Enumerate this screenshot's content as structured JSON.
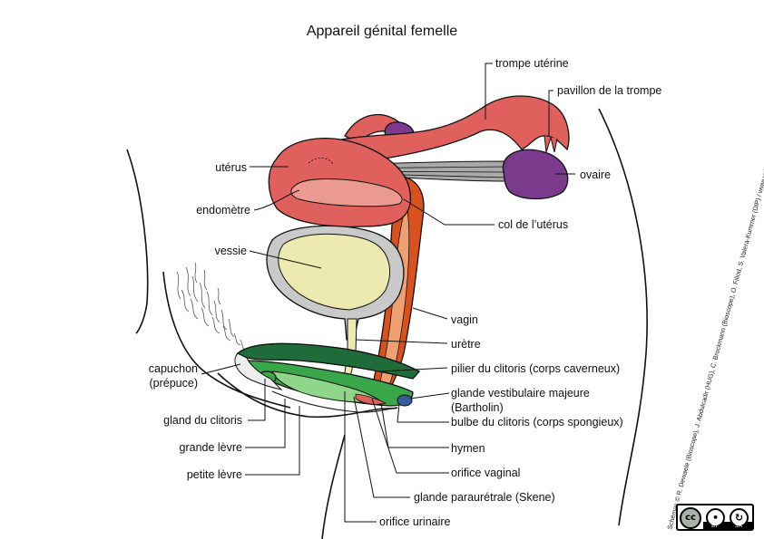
{
  "title": "Appareil génital femelle",
  "labels": {
    "trompe": "trompe utérine",
    "pavillon": "pavillon de la trompe",
    "uterus": "utérus",
    "ovaire": "ovaire",
    "endometre": "endomètre",
    "col": "col de l’utérus",
    "vessie": "vessie",
    "vagin": "vagin",
    "uretre": "urètre",
    "pilier_clitoris": "pilier du clitoris (corps caverneux)",
    "capuchon_l1": "capuchon",
    "capuchon_l2": "(prépuce)",
    "glande_vest_l1": "glande vestibulaire majeure",
    "glande_vest_l2": "(Bartholin)",
    "gland": "gland du clitoris",
    "bulbe": "bulbe du clitoris (corps spongieux)",
    "grande_levre": "grande lèvre",
    "hymen": "hymen",
    "petite_levre": "petite lèvre",
    "orifice_vaginal": "orifice vaginal",
    "glande_paraur": "glande paraurétrale (Skene)",
    "orifice_urinaire": "orifice urinaire"
  },
  "credit": "Schémas © R. Dewaele (Bioscope), J. Abdulcadir (HUG), C. Brockmann (Bioscope), O. Fillod, S. Valera-Kummer (DIP) / www.unige.ch/ssi",
  "license": {
    "cc": "cc",
    "by": "BY",
    "sa": "SA"
  },
  "colors": {
    "uterus": "#e0605e",
    "endometrium": "#eb9a8f",
    "vagina": "#d9521e",
    "vagina_inner": "#f0a070",
    "ovary": "#7b3a8c",
    "bladder_wall": "#c9c9c9",
    "bladder_fill": "#eceab0",
    "clitoris_dark": "#1f6b3a",
    "clitoris_mid": "#3aa64a",
    "clitoris_light": "#8fd68a",
    "ligament": "#a9a9a9",
    "bartholin": "#3a5a9a"
  }
}
